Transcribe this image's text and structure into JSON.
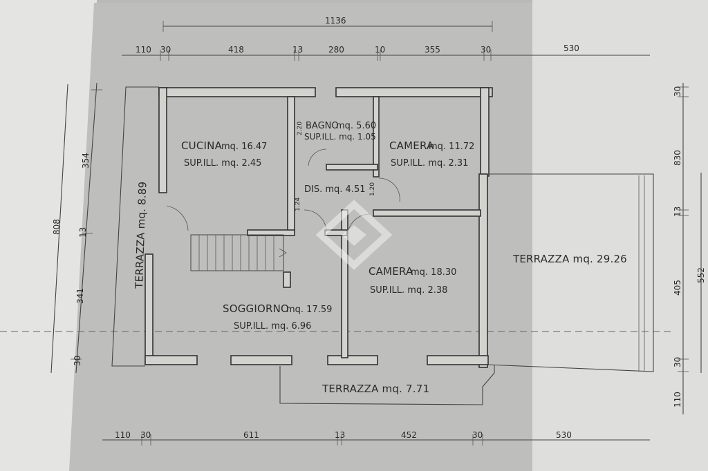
{
  "dimensions": {
    "top_total": "1136",
    "top": [
      "110",
      "30",
      "418",
      "13",
      "280",
      "10",
      "355",
      "30",
      "530"
    ],
    "bottom": [
      "110",
      "30",
      "611",
      "13",
      "452",
      "30",
      "530"
    ],
    "left": [
      "808",
      "354",
      "13",
      "341",
      "30"
    ],
    "right": [
      "30",
      "830",
      "13",
      "405",
      "30",
      "110",
      "552"
    ]
  },
  "rooms": {
    "cucina": {
      "name": "CUCINA",
      "area": "mq. 16.47",
      "ill": "SUP.ILL. mq. 2.45"
    },
    "bagno": {
      "name": "BAGNO",
      "area": "mq. 5.60",
      "ill": "SUP.ILL. mq. 1.05"
    },
    "camera1": {
      "name": "CAMERA",
      "area": "mq. 11.72",
      "ill": "SUP.ILL. mq. 2.31"
    },
    "dis": {
      "label": "DIS. mq. 4.51"
    },
    "camera2": {
      "name": "CAMERA",
      "area": "mq. 18.30",
      "ill": "SUP.ILL. mq. 2.38"
    },
    "soggiorno": {
      "name": "SOGGIORNO",
      "area": "mq. 17.59",
      "ill": "SUP.ILL. mq. 6.96"
    },
    "terrazza_left": {
      "label": "TERRAZZA mq. 8.89"
    },
    "terrazza_right": {
      "label": "TERRAZZA mq. 29.26"
    },
    "terrazza_bottom": {
      "label": "TERRAZZA mq. 7.71"
    }
  },
  "small_labels": {
    "bagno_door": "2.20",
    "dis_door_right": "1.20",
    "dis_door_left": "1.24"
  }
}
